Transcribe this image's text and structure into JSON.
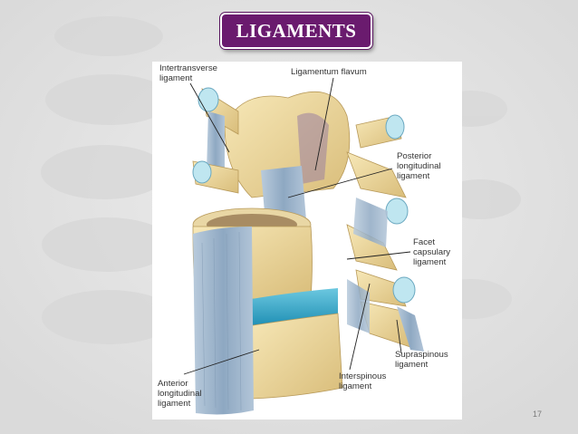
{
  "slide": {
    "title": "LIGAMENTS",
    "page_number": "17",
    "colors": {
      "title_bg": "#6a1b6e",
      "background": "#e6e6e6",
      "bone": "#f0dca0",
      "ligament": "#9fb6cc",
      "disc": "#2fa8c8"
    }
  },
  "figure": {
    "labels": {
      "intertransverse": "Intertransverse\nligament",
      "flavum": "Ligamentum flavum",
      "posterior_longitudinal": "Posterior\nlongitudinal\nligament",
      "facet_capsulary": "Facet\ncapsulary\nligament",
      "supraspinous": "Supraspinous\nligament",
      "interspinous": "Interspinous\nligament",
      "anterior_longitudinal": "Anterior\nlongitudinal\nligament"
    }
  }
}
